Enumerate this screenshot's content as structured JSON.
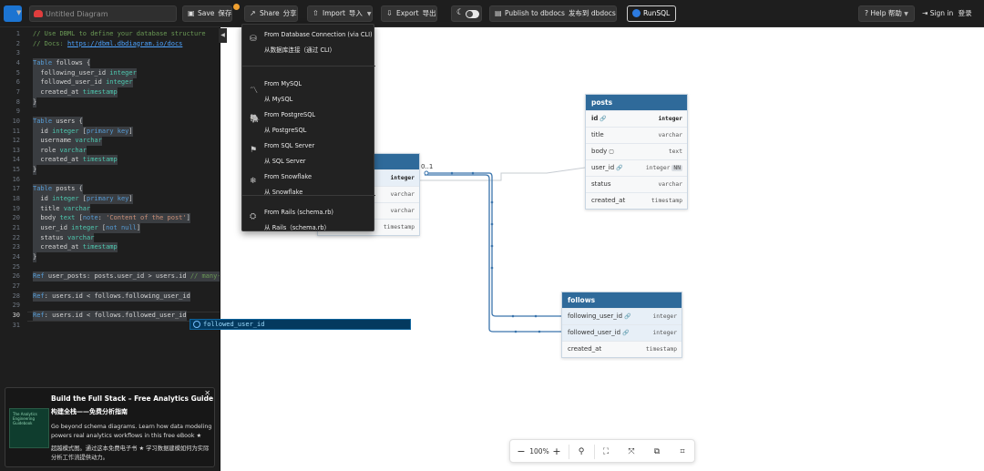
{
  "header": {
    "title_placeholder": "Untitled Diagram",
    "save": {
      "icon": "floppy-icon",
      "label": "Save",
      "cn": "保存"
    },
    "share": {
      "icon": "share-icon",
      "label": "Share",
      "cn": "分享"
    },
    "import": {
      "icon": "upload-icon",
      "label": "Import",
      "cn": "导入"
    },
    "export": {
      "icon": "download-icon",
      "label": "Export",
      "cn": "导出"
    },
    "publish": {
      "icon": "book-icon",
      "label": "Publish to dbdocs",
      "cn": "发布到 dbdocs"
    },
    "runsql": {
      "label": "RunSQL"
    },
    "help": {
      "label": "Help",
      "cn": "帮助"
    },
    "signin": {
      "label": "Sign in",
      "cn": "登录"
    },
    "accent": "#2d7be0"
  },
  "editor": {
    "lines": [
      "// Use DBML to define your database structure",
      "// Docs: https://dbml.dbdiagram.io/docs",
      "",
      "Table follows {",
      "  following_user_id integer",
      "  followed_user_id integer",
      "  created_at timestamp",
      "}",
      "",
      "Table users {",
      "  id integer [primary key]",
      "  username varchar",
      "  role varchar",
      "  created_at timestamp",
      "}",
      "",
      "Table posts {",
      "  id integer [primary key]",
      "  title varchar",
      "  body text [note: 'Content of the post']",
      "  user_id integer [not null]",
      "  status varchar",
      "  created_at timestamp",
      "}",
      "",
      "Ref user_posts: posts.user_id > users.id // many-to-one",
      "",
      "Ref: users.id < follows.following_user_id",
      "",
      "Ref: users.id < follows.followed_user_id",
      ""
    ],
    "autocomplete": "followed_user_id"
  },
  "import_menu": [
    {
      "icon": "database-icon",
      "en": "From Database Connection (via CLI)",
      "zh": "从数据库连接（通过 CLI）"
    },
    {
      "icon": "mysql-icon",
      "en": "From MySQL",
      "zh": "从 MySQL"
    },
    {
      "icon": "postgresql-icon",
      "en": "From PostgreSQL",
      "zh": "从 PostgreSQL"
    },
    {
      "icon": "sqlserver-icon",
      "en": "From SQL Server",
      "zh": "从 SQL Server"
    },
    {
      "icon": "snowflake-icon",
      "en": "From Snowflake",
      "zh": "从 Snowflake"
    },
    {
      "icon": "rails-icon",
      "en": "From Rails (schema.rb)",
      "zh": "从 Rails（schema.rb）"
    }
  ],
  "tables": {
    "posts": {
      "name": "posts",
      "rows": [
        {
          "name": "id",
          "type": "integer"
        },
        {
          "name": "title",
          "type": "varchar"
        },
        {
          "name": "body",
          "type": "text"
        },
        {
          "name": "user_id",
          "type": "integer",
          "badge": "NN"
        },
        {
          "name": "status",
          "type": "varchar"
        },
        {
          "name": "created_at",
          "type": "timestamp"
        }
      ]
    },
    "users": {
      "rows": [
        {
          "type": "integer"
        },
        {
          "type": "varchar"
        },
        {
          "type": "varchar"
        },
        {
          "type": "timestamp"
        }
      ]
    },
    "follows": {
      "name": "follows",
      "rows": [
        {
          "name": "following_user_id",
          "type": "integer"
        },
        {
          "name": "followed_user_id",
          "type": "integer"
        },
        {
          "name": "created_at",
          "type": "timestamp"
        }
      ]
    }
  },
  "relation_label": "0..1",
  "zoom": {
    "level": "100%",
    "minus": "−",
    "plus": "+"
  },
  "promo": {
    "title": "Build the Full Stack – Free Analytics Guide",
    "title_cn": "构建全栈——免费分析指南",
    "text": "Go beyond schema diagrams. Learn how data modeling powers real analytics workflows in this free eBook ★",
    "text_cn": "超越模式图。通过这本免费电子书 ★ 学习数据建模如何为实际分析工作流提供动力。",
    "thumb_text": "The Analytics Engineering Guidebook"
  }
}
